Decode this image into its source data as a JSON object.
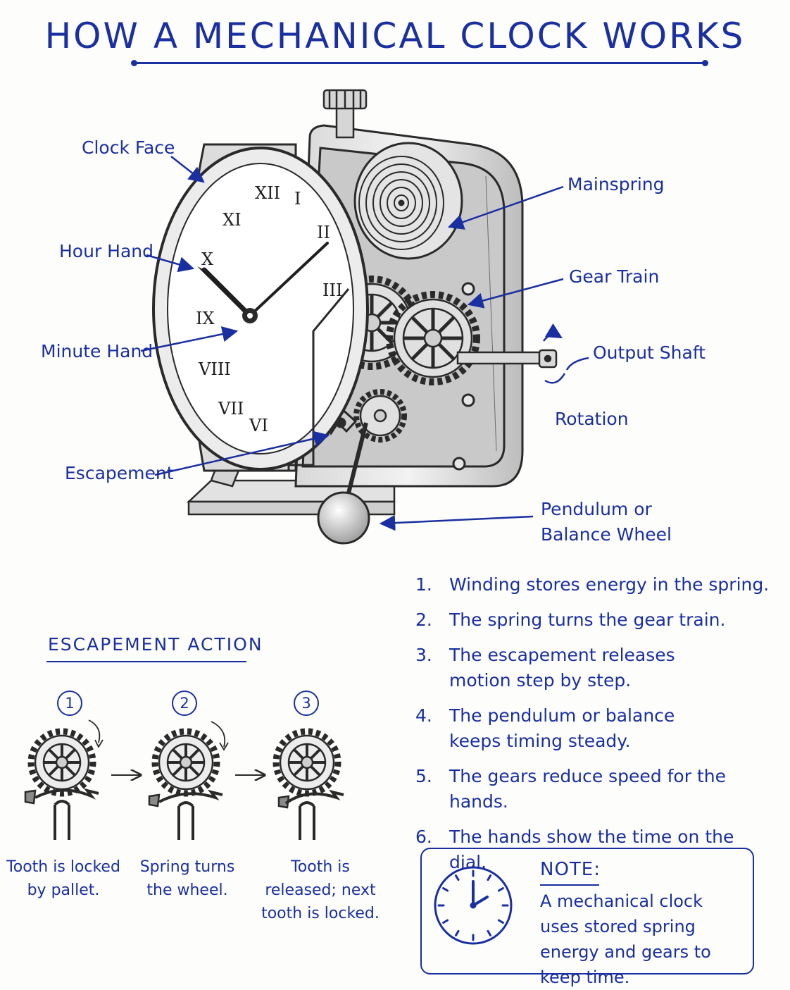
{
  "title": "HOW A MECHANICAL CLOCK WORKS",
  "labels": {
    "clock_face": "Clock Face",
    "hour_hand": "Hour Hand",
    "minute_hand": "Minute Hand",
    "escapement": "Escapement",
    "mainspring": "Mainspring",
    "gear_train": "Gear Train",
    "output_shaft": "Output Shaft",
    "rotation": "Rotation",
    "pendulum_line1": "Pendulum or",
    "pendulum_line2": "Balance Wheel"
  },
  "dial_numerals": [
    "I",
    "II",
    "III",
    "IX",
    "X",
    "XI",
    "XII",
    "VI",
    "VII",
    "VIII"
  ],
  "steps": [
    {
      "n": "1.",
      "text": "Winding stores energy in the spring."
    },
    {
      "n": "2.",
      "text": "The spring turns the gear train."
    },
    {
      "n": "3.",
      "text": "The escapement releases motion step by step."
    },
    {
      "n": "4.",
      "text": "The pendulum or balance keeps timing steady."
    },
    {
      "n": "5.",
      "text": "The gears reduce speed for the hands."
    },
    {
      "n": "6.",
      "text": "The hands show the time on the dial."
    }
  ],
  "escapement_action": {
    "title": "ESCAPEMENT ACTION",
    "stages": [
      {
        "num": "1",
        "caption": "Tooth is locked by pallet."
      },
      {
        "num": "2",
        "caption": "Spring turns the wheel."
      },
      {
        "num": "3",
        "caption": "Tooth is released; next tooth is locked."
      }
    ]
  },
  "note": {
    "heading": "NOTE:",
    "text": "A mechanical clock uses stored spring energy and gears to keep time."
  },
  "colors": {
    "ink": "#1a2fa0",
    "pencil": "#2a2a2a",
    "paper": "#fdfdfc"
  }
}
